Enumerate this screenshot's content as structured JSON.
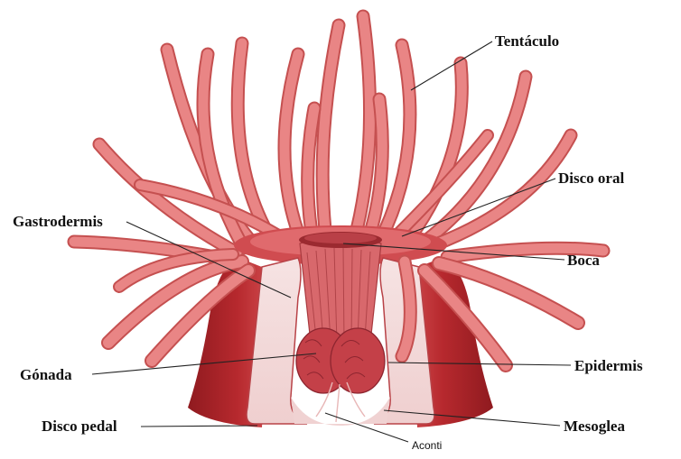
{
  "diagram": {
    "labels": {
      "tentaculo": "Tentáculo",
      "disco_oral": "Disco oral",
      "gastrodermis": "Gastrodermis",
      "boca": "Boca",
      "gonada": "Gónada",
      "epidermis": "Epidermis",
      "disco_pedal": "Disco pedal",
      "mesoglea": "Mesoglea",
      "aconti": "Aconti"
    },
    "colors": {
      "tentacle_light": "#e98585",
      "tentacle_dark": "#c55050",
      "body_dark": "#a51f24",
      "body_mid": "#c7373b",
      "mesoglea": "#f5dcdc",
      "pharynx": "#d8686c",
      "gonad": "#c44048",
      "leader": "#222222"
    }
  }
}
